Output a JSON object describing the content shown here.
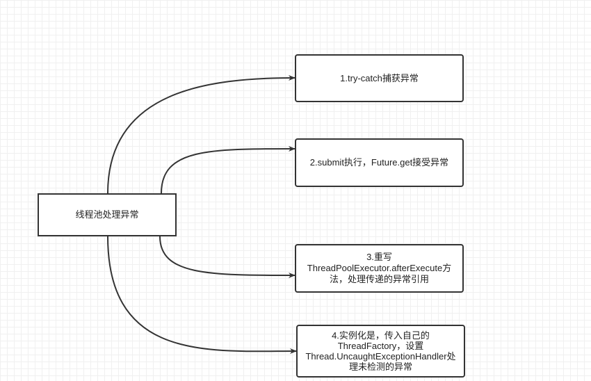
{
  "diagram": {
    "root": {
      "label": "线程池处理异常"
    },
    "branches": [
      {
        "id": 1,
        "label": "1.try-catch捕获异常"
      },
      {
        "id": 2,
        "label": "2.submit执行，Future.get接受异常"
      },
      {
        "id": 3,
        "label": "3.重写ThreadPoolExecutor.afterExecute方法，处理传递的异常引用"
      },
      {
        "id": 4,
        "label": "4.实例化是，传入自己的ThreadFactory，设置Thread.UncaughtExceptionHandler处理未检测的异常"
      }
    ],
    "colors": {
      "border": "#333333",
      "edge": "#333333",
      "text": "#222222",
      "grid": "#e3e3e3"
    }
  }
}
